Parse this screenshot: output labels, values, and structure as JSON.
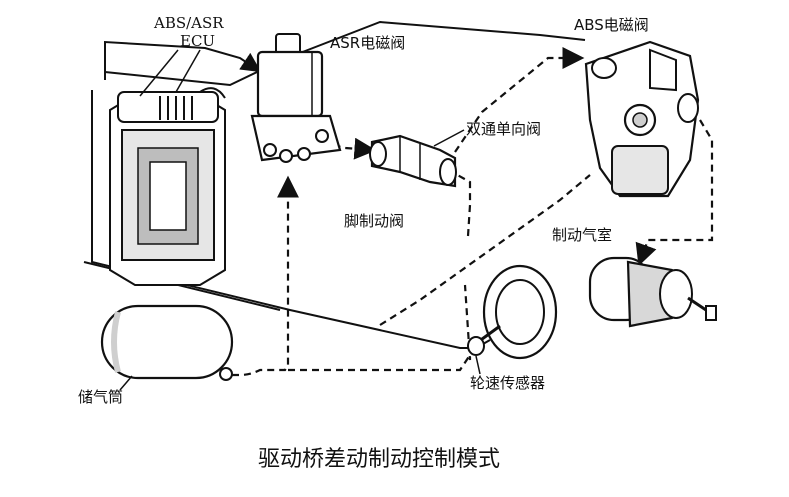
{
  "labels": {
    "ecu_line1": "ABS/ASR",
    "ecu_line2": "ECU",
    "asr_valve": "ASR电磁阀",
    "abs_valve": "ABS电磁阀",
    "two_way_check_valve": "双通单向阀",
    "foot_brake_valve": "脚制动阀",
    "brake_chamber": "制动气室",
    "air_reservoir": "储气筒",
    "wheel_speed_sensor": "轮速传感器"
  },
  "caption": "驱动桥差动制动控制模式",
  "colors": {
    "ink": "#111111",
    "paper": "#ffffff",
    "shade": "#cfcfcf"
  }
}
